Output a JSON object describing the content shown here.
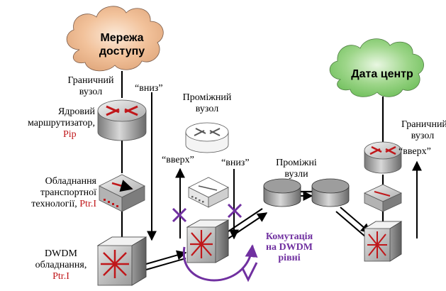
{
  "colors": {
    "router_red": "#c0171a",
    "purple_accent": "#7030a0",
    "cloud_peach": "#f2c29b",
    "cloud_green": "#8fcf7a"
  },
  "clouds": {
    "access_line1": "Мережа",
    "access_line2": "доступу",
    "datacenter": "Дата центр"
  },
  "left_column": {
    "edge_node_line1": "Граничний",
    "edge_node_line2": "вузол",
    "core_router_line1": "Ядровий",
    "core_router_line2": "маршрутизатор,",
    "core_router_tag": "Pip",
    "transport_line1": "Обладнання",
    "transport_line2": "транспортної",
    "transport_line3": "технології,",
    "transport_tag": "Ptr.I",
    "dwdm_line1": "DWDM",
    "dwdm_line2": "обладнання,",
    "dwdm_tag": "Ptr.I"
  },
  "arrows": {
    "down_left": "“вниз”",
    "up_middle": "“вверх”",
    "down_middle": "“вниз”",
    "up_right": "“вверх”"
  },
  "middle": {
    "intermediate_node_line1": "Проміжний",
    "intermediate_node_line2": "вузол",
    "intermediate_nodes_line1": "Проміжні",
    "intermediate_nodes_line2": "вузли"
  },
  "switching": {
    "line1": "Комутація",
    "line2": "на DWDM",
    "line3": "рівні"
  },
  "right_column": {
    "edge_node_line1": "Граничний",
    "edge_node_line2": "вузол"
  },
  "icons": {
    "cross_mark_1": "x-mark-icon",
    "cross_mark_2": "x-mark-icon",
    "check_mark": "check-mark-icon"
  }
}
